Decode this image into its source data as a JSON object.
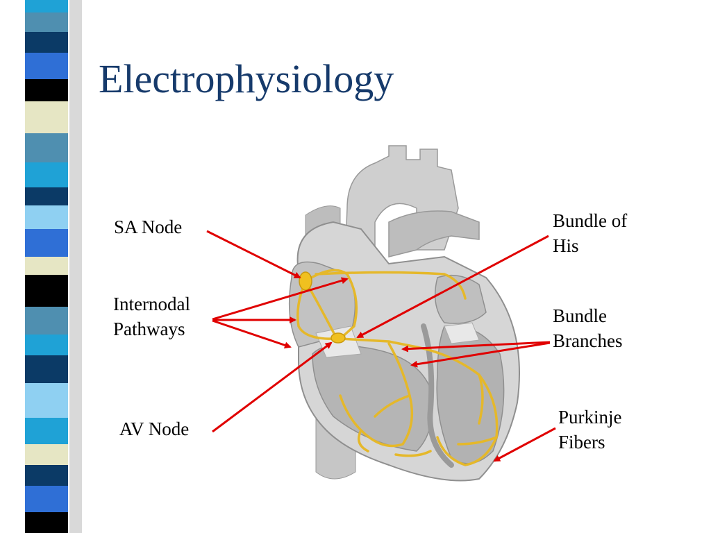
{
  "slide": {
    "title": "Electrophysiology",
    "colors": {
      "title": "#163a6b",
      "arrow": "#e00000",
      "conduction": "#e5b82a",
      "heart": "#c8c8c8"
    }
  },
  "labels": {
    "sa_node": "SA Node",
    "internodal": [
      "Internodal",
      "Pathways"
    ],
    "av_node": "AV Node",
    "bundle_his": [
      "Bundle of",
      "His"
    ],
    "bundle_branches": [
      "Bundle",
      "Branches"
    ],
    "purkinje": [
      "Purkinje",
      "Fibers"
    ]
  }
}
